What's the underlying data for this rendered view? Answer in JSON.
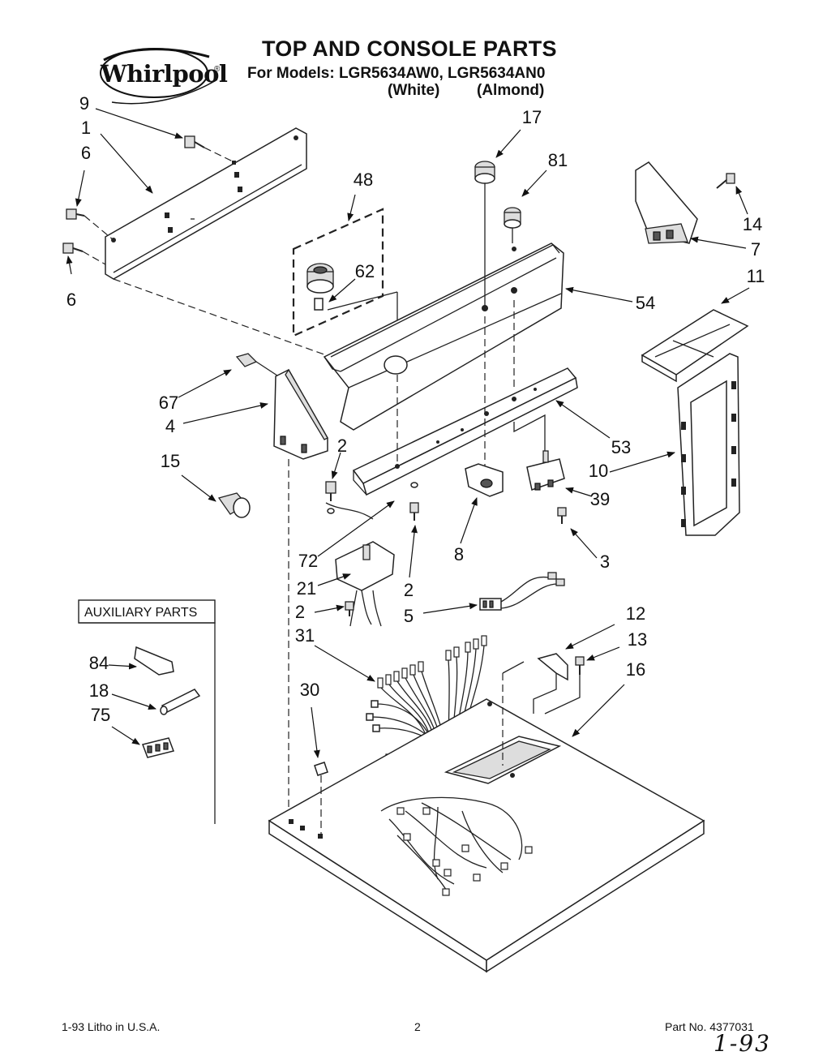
{
  "brand": {
    "name": "Whirlpool",
    "mark": "®"
  },
  "header": {
    "title": "TOP AND CONSOLE PARTS",
    "models_line": "For Models: LGR5634AW0, LGR5634AN0",
    "color_white": "(White)",
    "color_almond": "(Almond)"
  },
  "callouts": {
    "c9": "9",
    "c1": "1",
    "c6a": "6",
    "c6b": "6",
    "c48": "48",
    "c62": "62",
    "c17": "17",
    "c81": "81",
    "c14": "14",
    "c7": "7",
    "c54": "54",
    "c11": "11",
    "c67": "67",
    "c4": "4",
    "c2a": "2",
    "c15": "15",
    "c53": "53",
    "c10": "10",
    "c39": "39",
    "c72": "72",
    "c8": "8",
    "c3": "3",
    "c21": "21",
    "c2b": "2",
    "c2c": "2",
    "c5": "5",
    "c12": "12",
    "c13": "13",
    "c31": "31",
    "c16": "16",
    "c84": "84",
    "c18": "18",
    "c75": "75",
    "c30": "30"
  },
  "auxiliary": {
    "heading": "AUXILIARY PARTS"
  },
  "footer": {
    "litho": "1-93 Litho in U.S.A.",
    "page": "2",
    "part_no": "Part No. 4377031",
    "handwritten": "1-93"
  }
}
